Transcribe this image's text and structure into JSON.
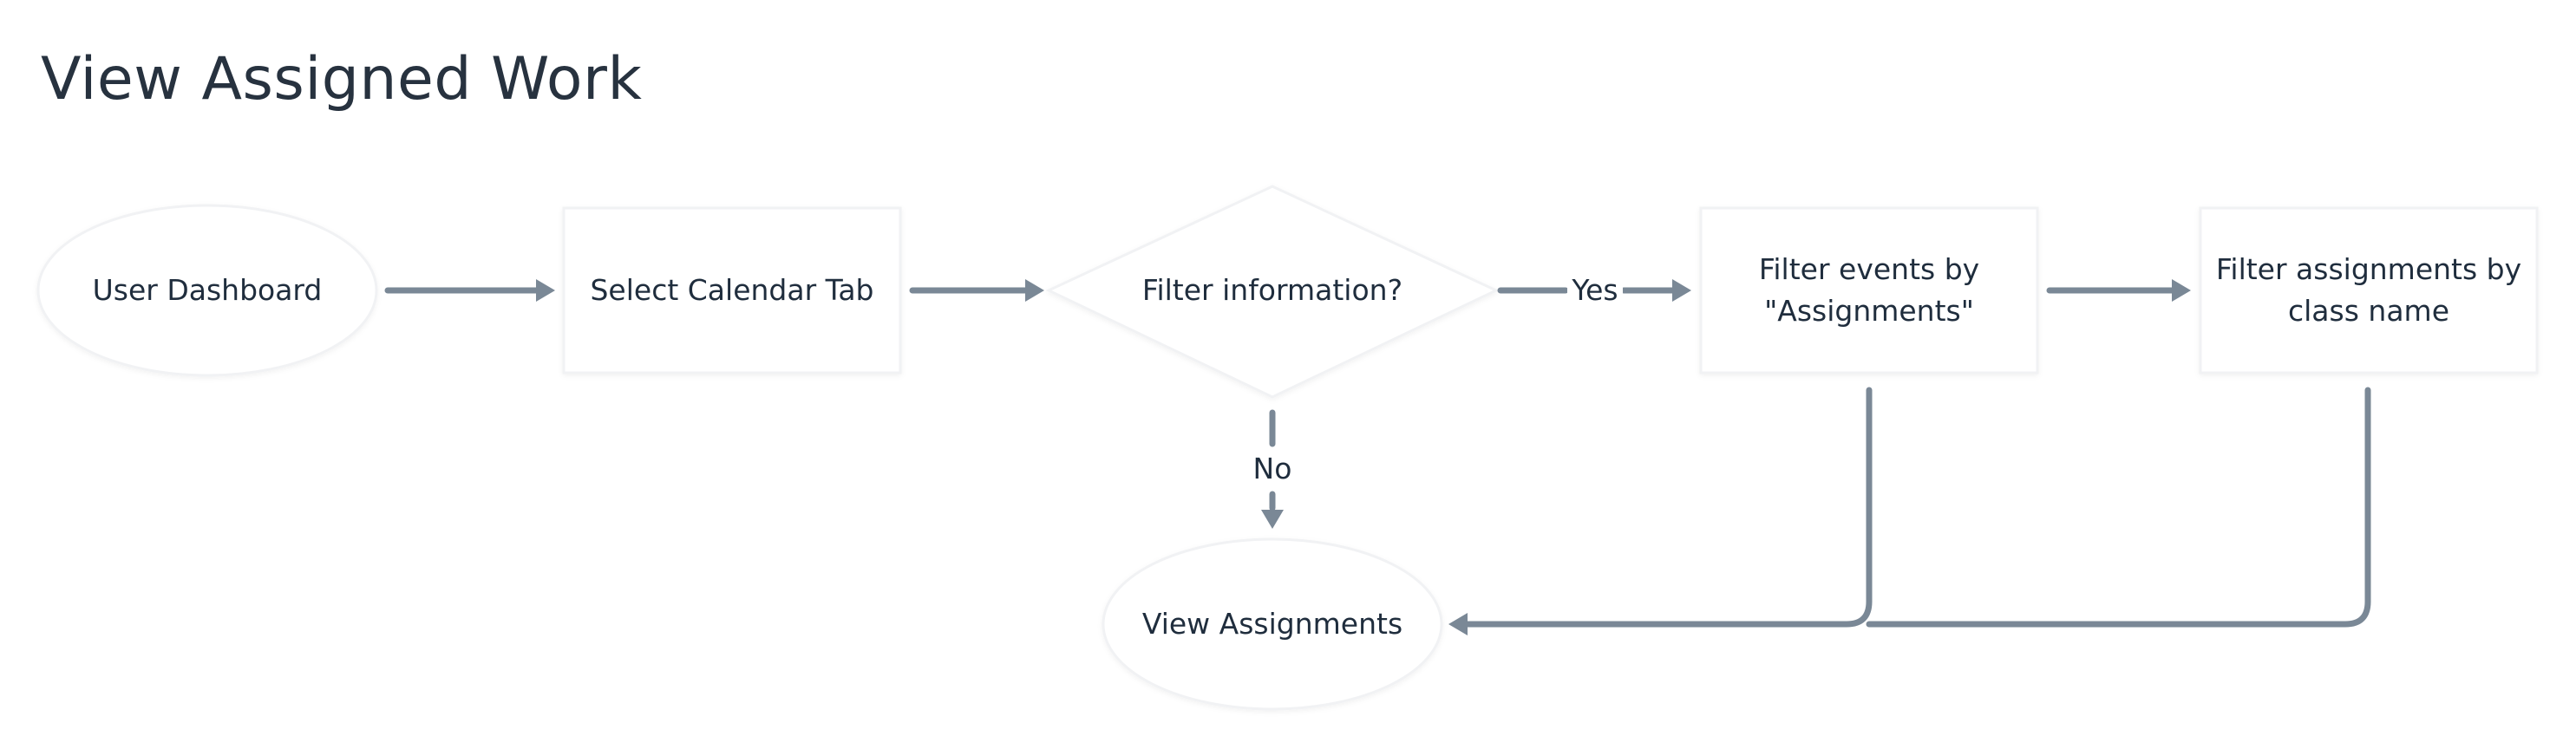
{
  "title": "View Assigned Work",
  "nodes": {
    "user_dashboard": "User Dashboard",
    "select_calendar_tab": "Select Calendar Tab",
    "filter_information": "Filter information?",
    "filter_events": "Filter events by \"Assignments\"",
    "filter_assignments": "Filter assignments by class name",
    "view_assignments": "View Assignments"
  },
  "edges": {
    "yes": "Yes",
    "no": "No"
  },
  "colors": {
    "connector": "#7a8896",
    "title": "#27323f",
    "text": "#1f2d3d",
    "node_border": "#eef0f2"
  }
}
